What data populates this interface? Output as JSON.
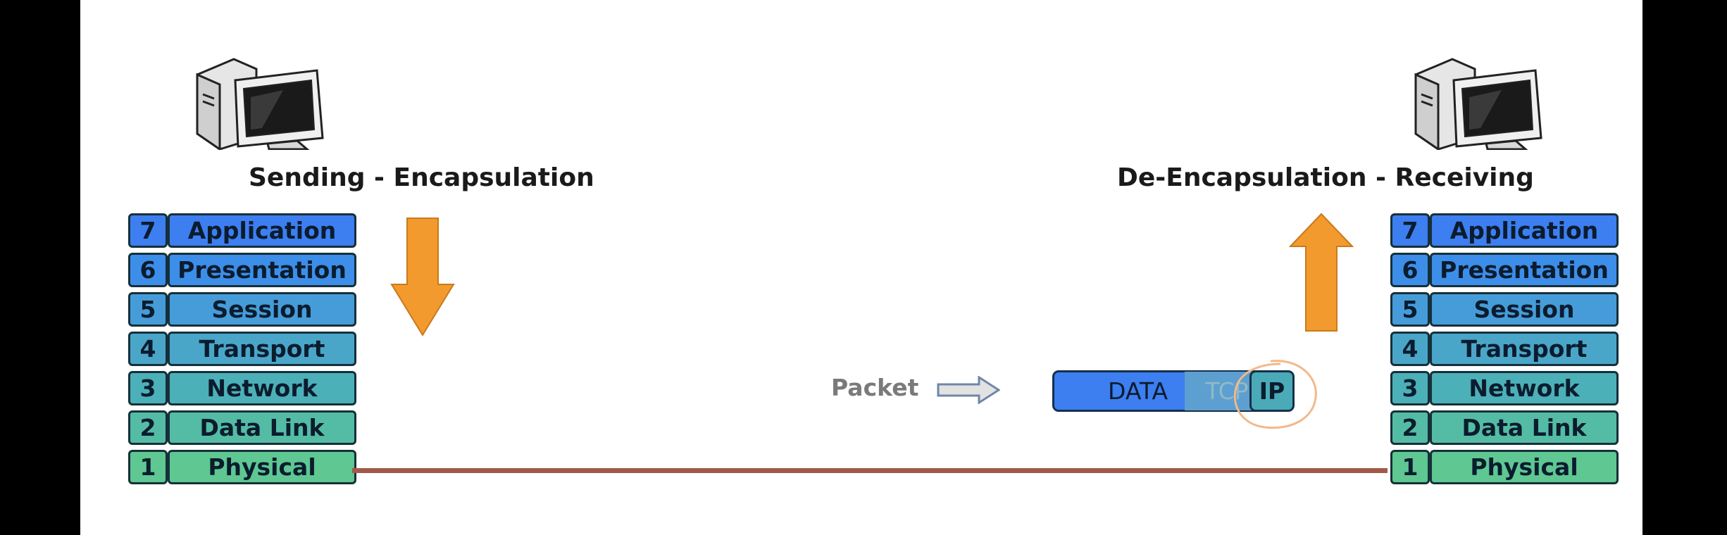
{
  "left": {
    "heading": "Sending - Encapsulation",
    "layers": [
      {
        "num": "7",
        "name": "Application",
        "color": "#3d7ef0"
      },
      {
        "num": "6",
        "name": "Presentation",
        "color": "#3d8ee8"
      },
      {
        "num": "5",
        "name": "Session",
        "color": "#469cd8"
      },
      {
        "num": "4",
        "name": "Transport",
        "color": "#4aa6c8"
      },
      {
        "num": "3",
        "name": "Network",
        "color": "#4cb0b8"
      },
      {
        "num": "2",
        "name": "Data Link",
        "color": "#54bca4"
      },
      {
        "num": "1",
        "name": "Physical",
        "color": "#5ec792"
      }
    ]
  },
  "right": {
    "heading": "De-Encapsulation - Receiving",
    "layers": [
      {
        "num": "7",
        "name": "Application",
        "color": "#3d7ef0"
      },
      {
        "num": "6",
        "name": "Presentation",
        "color": "#3d8ee8"
      },
      {
        "num": "5",
        "name": "Session",
        "color": "#469cd8"
      },
      {
        "num": "4",
        "name": "Transport",
        "color": "#4aa6c8"
      },
      {
        "num": "3",
        "name": "Network",
        "color": "#4cb0b8"
      },
      {
        "num": "2",
        "name": "Data Link",
        "color": "#54bca4"
      },
      {
        "num": "1",
        "name": "Physical",
        "color": "#5ec792"
      }
    ]
  },
  "packet": {
    "label": "Packet",
    "data": "DATA",
    "tcp": "TCP",
    "ip": "IP"
  },
  "colors": {
    "arrow": "#f39a2e",
    "link": "#a25a4a",
    "annotation": "#f3b98a"
  },
  "icons": [
    "computer-icon",
    "down-arrow-icon",
    "up-arrow-icon",
    "right-arrow-icon"
  ]
}
